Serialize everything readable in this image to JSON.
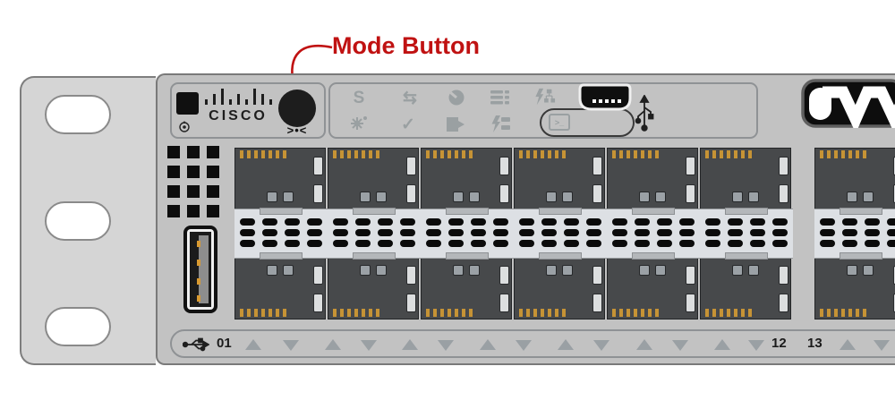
{
  "annotation": {
    "label": "Mode Button",
    "color": "#c01212"
  },
  "branding": {
    "wordmark": "CISCO",
    "logo_icon": "cisco-signal-bars-icon"
  },
  "led_panel": {
    "system_led_icon": "system-led-square-icon",
    "standby_icon": "standby-power-icon",
    "mode_button_icon": "mode-button-circle-icon",
    "mode_button_marking": ">•<"
  },
  "status_panel": {
    "row1": [
      {
        "name": "syst-icon",
        "glyph": "S"
      },
      {
        "name": "duplex-icon",
        "glyph": "⇆"
      },
      {
        "name": "speed-icon",
        "glyph": "gauge"
      },
      {
        "name": "stack-icon",
        "glyph": "stacked-bars"
      },
      {
        "name": "poe-icon",
        "glyph": "lightning-network"
      }
    ],
    "row2": [
      {
        "name": "flash-icon",
        "glyph": "burst"
      },
      {
        "name": "ok-icon",
        "glyph": "✓"
      },
      {
        "name": "boot-icon",
        "glyph": "flag-block"
      },
      {
        "name": "poe-status-icon",
        "glyph": "lightning-bars"
      }
    ],
    "console": {
      "icon_name": "console-terminal-icon",
      "glyph": ">_"
    },
    "mini_usb_port": "mini-usb-console-port",
    "usb_symbol": "usb-trident-icon"
  },
  "uplink_graphic": {
    "name": "uplink-ports-graphic"
  },
  "rack_bracket": {
    "hole_count": 3
  },
  "vent_grid": {
    "cols": 3,
    "rows": 4
  },
  "usb_a_port": {
    "pin_count": 4
  },
  "port_modules": {
    "count": 6,
    "extra_partial_module": 1,
    "pins_per_cage": 7,
    "pill_cols_per_module": 4,
    "pill_rows": 3
  },
  "bottom_strip": {
    "usb_symbol": "usb-trident-icon",
    "items": [
      {
        "k": "label",
        "v": "01"
      },
      {
        "k": "up"
      },
      {
        "k": "down"
      },
      {
        "k": "up"
      },
      {
        "k": "down"
      },
      {
        "k": "up"
      },
      {
        "k": "down"
      },
      {
        "k": "up"
      },
      {
        "k": "down"
      },
      {
        "k": "up"
      },
      {
        "k": "down"
      },
      {
        "k": "up"
      },
      {
        "k": "down"
      },
      {
        "k": "up"
      },
      {
        "k": "down"
      },
      {
        "k": "label",
        "v": "12"
      },
      {
        "k": "label",
        "v": "13"
      },
      {
        "k": "up"
      },
      {
        "k": "down"
      }
    ]
  },
  "colors": {
    "annotation_red": "#c01212",
    "chassis": "#c2c2c2",
    "bracket": "#d5d5d5",
    "cage": "#47494b",
    "pin_gold": "#c69335",
    "vent_strip": "#dde0e4",
    "icon_gray": "#9aa0a2",
    "black": "#111111"
  }
}
